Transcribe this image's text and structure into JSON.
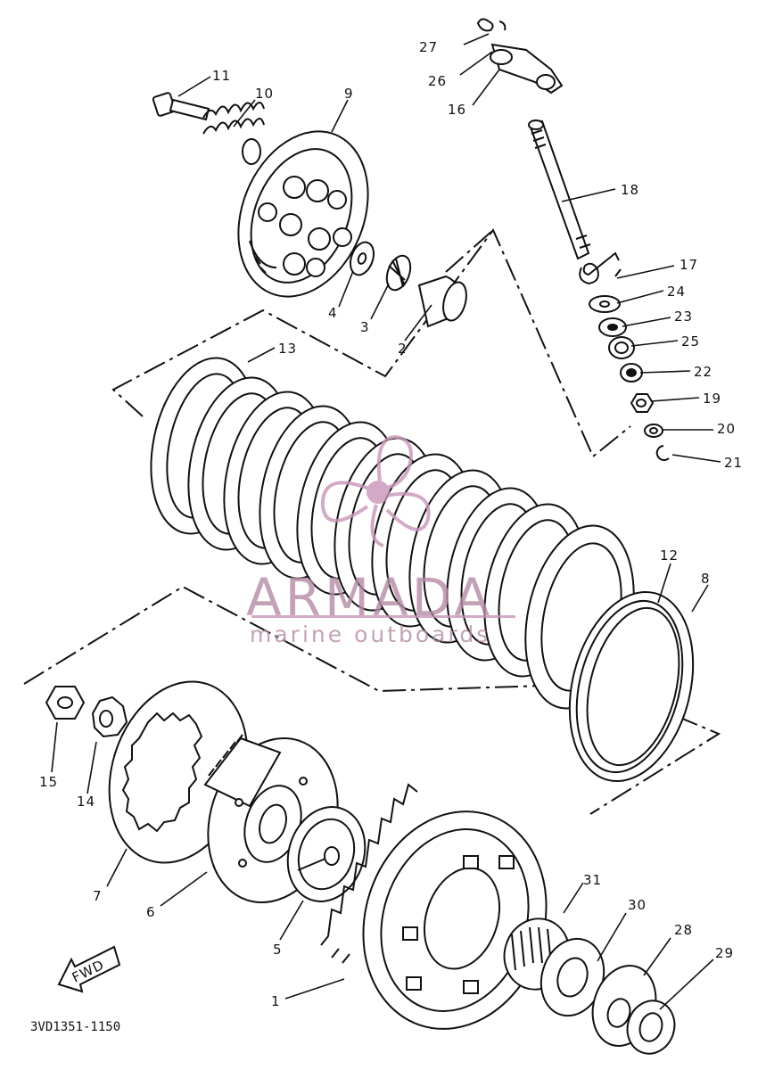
{
  "diagram": {
    "code": "3VD1351-1150",
    "fwd_label": "FWD",
    "parts": [
      {
        "id": "p27",
        "n": "27"
      },
      {
        "id": "p26",
        "n": "26"
      },
      {
        "id": "p16",
        "n": "16"
      },
      {
        "id": "p11",
        "n": "11"
      },
      {
        "id": "p10",
        "n": "10"
      },
      {
        "id": "p9",
        "n": "9"
      },
      {
        "id": "p18",
        "n": "18"
      },
      {
        "id": "p17",
        "n": "17"
      },
      {
        "id": "p24",
        "n": "24"
      },
      {
        "id": "p23",
        "n": "23"
      },
      {
        "id": "p25",
        "n": "25"
      },
      {
        "id": "p22",
        "n": "22"
      },
      {
        "id": "p19",
        "n": "19"
      },
      {
        "id": "p20",
        "n": "20"
      },
      {
        "id": "p21",
        "n": "21"
      },
      {
        "id": "p4",
        "n": "4"
      },
      {
        "id": "p3",
        "n": "3"
      },
      {
        "id": "p2",
        "n": "2"
      },
      {
        "id": "p13",
        "n": "13"
      },
      {
        "id": "p12",
        "n": "12"
      },
      {
        "id": "p8",
        "n": "8"
      },
      {
        "id": "p15",
        "n": "15"
      },
      {
        "id": "p14",
        "n": "14"
      },
      {
        "id": "p7",
        "n": "7"
      },
      {
        "id": "p6",
        "n": "6"
      },
      {
        "id": "p5",
        "n": "5"
      },
      {
        "id": "p1",
        "n": "1"
      },
      {
        "id": "p31",
        "n": "31"
      },
      {
        "id": "p30",
        "n": "30"
      },
      {
        "id": "p28",
        "n": "28"
      },
      {
        "id": "p29",
        "n": "29"
      }
    ]
  },
  "watermark": {
    "brand": "ARMADA",
    "tagline": "marine outboards"
  }
}
